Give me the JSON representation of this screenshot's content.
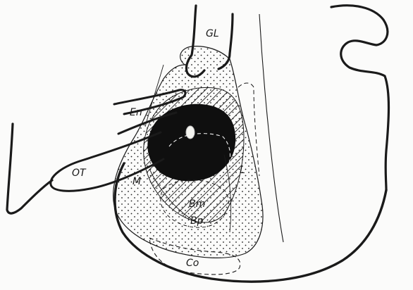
{
  "labels": {
    "gl": "GL",
    "en": "En",
    "ot": "OT",
    "m": "M",
    "l": "L",
    "bm": "Bm",
    "bp": "Bp",
    "co": "Co"
  },
  "colors": {
    "ink": "#1a1a1a",
    "paper": "#fbfbfa",
    "dense_region": "#0f0f0f"
  }
}
